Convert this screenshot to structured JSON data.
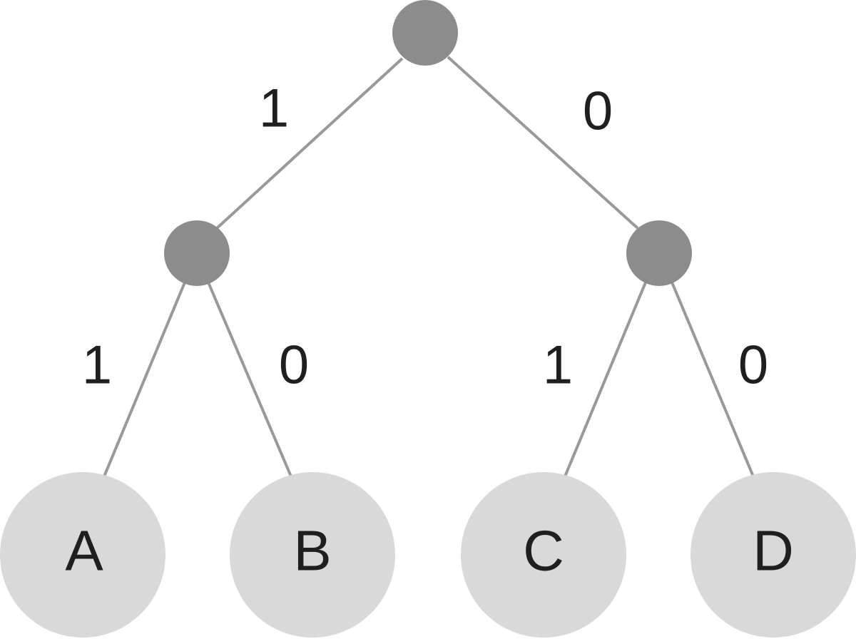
{
  "tree": {
    "root": {
      "left_edge_label": "1",
      "right_edge_label": "0"
    },
    "left_node": {
      "left_edge_label": "1",
      "right_edge_label": "0"
    },
    "right_node": {
      "left_edge_label": "1",
      "right_edge_label": "0"
    },
    "leaves": [
      {
        "label": "A"
      },
      {
        "label": "B"
      },
      {
        "label": "C"
      },
      {
        "label": "D"
      }
    ]
  },
  "colors": {
    "inner_node": "#8c8c8c",
    "leaf_node": "#d9d9d9",
    "edge": "#999999",
    "text": "#1f1f1f"
  }
}
